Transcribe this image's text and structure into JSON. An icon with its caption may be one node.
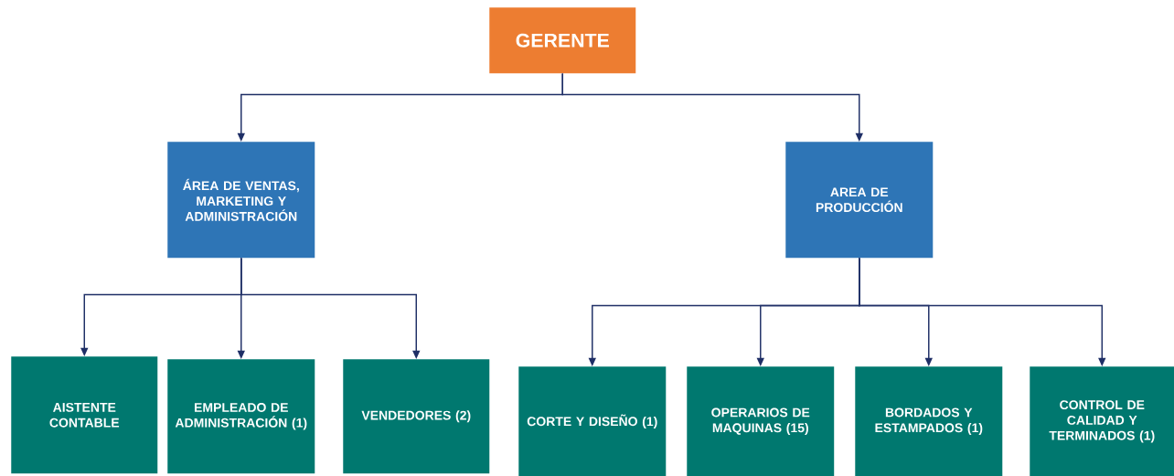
{
  "diagram": {
    "nodes": [
      {
        "text": [
          "GERENTE"
        ]
      },
      {
        "text": [
          "ÁREA DE VENTAS, MARKETING Y ADMINISTRACIÓN"
        ]
      },
      {
        "text": [
          "AREA DE PRODUCCIÓN"
        ]
      },
      {
        "text": [
          "AISTENTE CONTABLE"
        ]
      },
      {
        "text": [
          "EMPLEADO DE ADMINISTRACIÓN (1)"
        ]
      },
      {
        "text": [
          "VENDEDORES (2)"
        ]
      },
      {
        "text": [
          "CORTE Y DISEÑO (1)"
        ]
      },
      {
        "text": [
          "OPERARIOS DE MAQUINAS (15)"
        ]
      },
      {
        "text": [
          "BORDADOS Y ESTAMPADOS (1)"
        ]
      },
      {
        "text": [
          "CONTROL DE CALIDAD Y TERMINADOS (1)"
        ]
      }
    ],
    "edges": [
      {
        "from": 0,
        "to": 1,
        "arrow": "to"
      },
      {
        "from": 0,
        "to": 2,
        "arrow": "to"
      },
      {
        "from": 1,
        "to": 3,
        "arrow": "to"
      },
      {
        "from": 1,
        "to": 4,
        "arrow": "to"
      },
      {
        "from": 1,
        "to": 5,
        "arrow": "to"
      },
      {
        "from": 2,
        "to": 6,
        "arrow": "to"
      },
      {
        "from": 2,
        "to": 7,
        "arrow": "to"
      },
      {
        "from": 2,
        "to": 8,
        "arrow": "to"
      },
      {
        "from": 2,
        "to": 9,
        "arrow": "to"
      }
    ]
  }
}
